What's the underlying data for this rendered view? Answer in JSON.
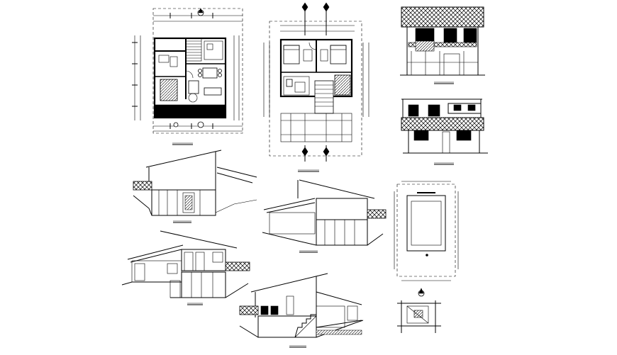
{
  "sheet": {
    "background": "#ffffff",
    "ink": "#000000"
  },
  "drawings": [
    {
      "id": "ground-floor-plan",
      "type": "floor-plan"
    },
    {
      "id": "upper-floor-plan",
      "type": "floor-plan"
    },
    {
      "id": "front-elevation",
      "type": "elevation"
    },
    {
      "id": "rear-elevation",
      "type": "elevation"
    },
    {
      "id": "side-elevation-left",
      "type": "elevation"
    },
    {
      "id": "side-elevation-right",
      "type": "elevation"
    },
    {
      "id": "section-a",
      "type": "section"
    },
    {
      "id": "section-b",
      "type": "section"
    },
    {
      "id": "site-plan",
      "type": "site-plan"
    },
    {
      "id": "location-plan",
      "type": "key-plan"
    }
  ]
}
